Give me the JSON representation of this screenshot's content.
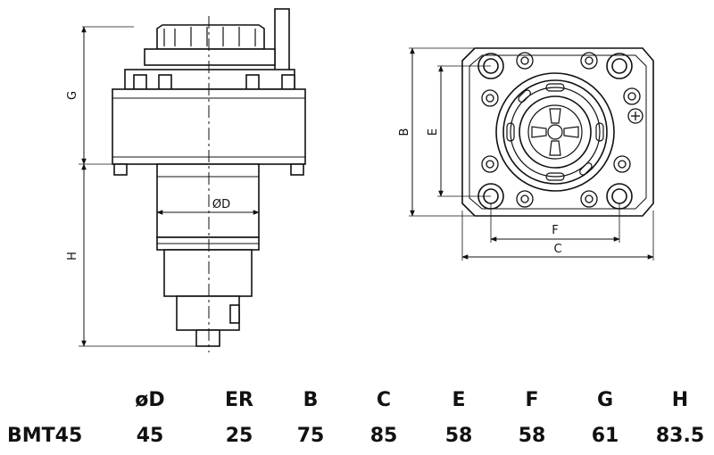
{
  "drawing": {
    "side_view_labels": {
      "g": "G",
      "h": "H",
      "od": "ØD"
    },
    "front_view_labels": {
      "b": "B",
      "e": "E",
      "f": "F",
      "c": "C"
    }
  },
  "spec_table": {
    "headers": [
      "øD",
      "ER",
      "B",
      "C",
      "E",
      "F",
      "G",
      "H"
    ],
    "rows": [
      {
        "model": "BMT45",
        "values": [
          "45",
          "25",
          "75",
          "85",
          "58",
          "58",
          "61",
          "83.5"
        ]
      }
    ]
  }
}
